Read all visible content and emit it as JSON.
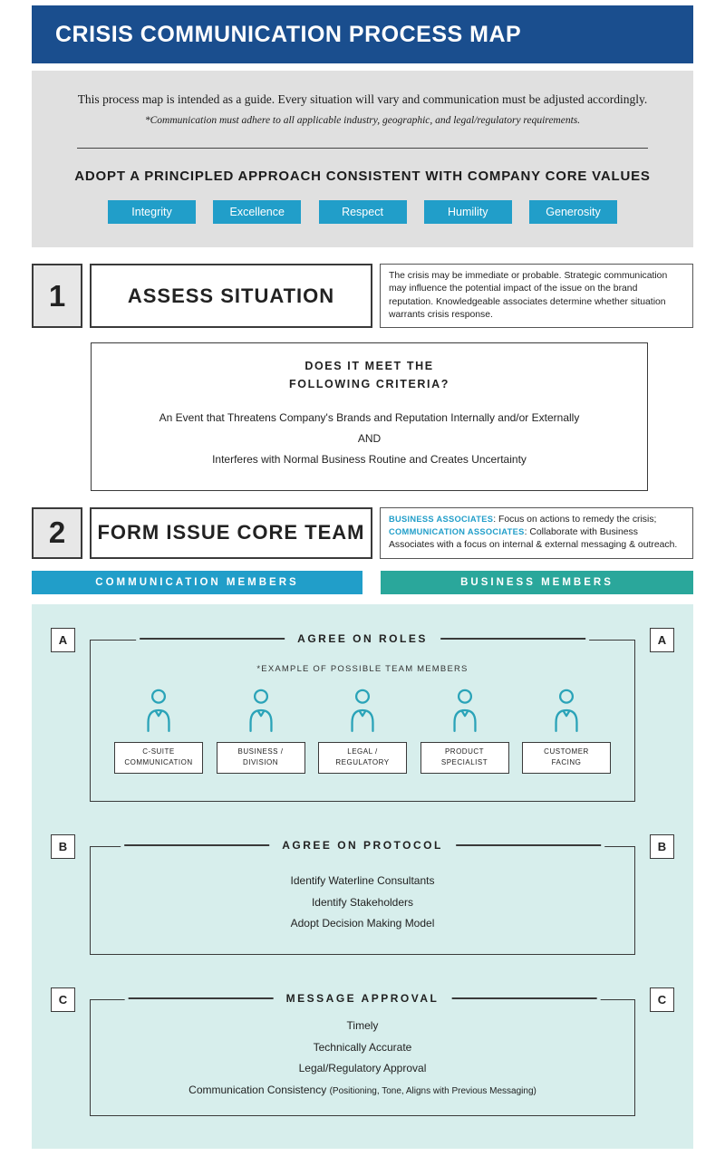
{
  "header": {
    "title": "CRISIS COMMUNICATION PROCESS MAP"
  },
  "intro": {
    "guide_text": "This process map is intended as a guide. Every situation will vary and communication must be adjusted accordingly.",
    "note_text": "*Communication must adhere to all applicable industry, geographic, and legal/regulatory requirements.",
    "values_heading": "ADOPT A PRINCIPLED APPROACH CONSISTENT WITH COMPANY CORE VALUES",
    "values": [
      "Integrity",
      "Excellence",
      "Respect",
      "Humility",
      "Generosity"
    ]
  },
  "steps": [
    {
      "number": "1",
      "title": "ASSESS SITUATION",
      "description": "The crisis may be immediate or probable. Strategic communication may influence the potential impact of the issue on the brand reputation. Knowledgeable associates determine whether situation warrants crisis response."
    },
    {
      "number": "2",
      "title": "FORM ISSUE CORE TEAM",
      "desc": {
        "label1": "BUSINESS ASSOCIATES",
        "text1": ": Focus on actions to remedy the crisis;",
        "label2": "COMMUNICATION ASSOCIATES",
        "text2": ": Collaborate with Business Associates with a focus on internal & external messaging & outreach."
      }
    }
  ],
  "criteria": {
    "heading_line1": "DOES IT MEET THE",
    "heading_line2": "FOLLOWING CRITERIA?",
    "lines": [
      "An Event that Threatens Company's Brands and Reputation Internally and/or Externally",
      "AND",
      "Interferes with Normal Business Routine and Creates Uncertainty"
    ]
  },
  "banners": {
    "communication": "COMMUNICATION MEMBERS",
    "business": "BUSINESS MEMBERS"
  },
  "sections": [
    {
      "letter": "A",
      "title": "AGREE ON ROLES",
      "subtitle": "*EXAMPLE OF POSSIBLE TEAM MEMBERS",
      "roles": [
        {
          "line1": "C-SUITE",
          "line2": "COMMUNICATION"
        },
        {
          "line1": "BUSINESS /",
          "line2": "DIVISION"
        },
        {
          "line1": "LEGAL /",
          "line2": "REGULATORY"
        },
        {
          "line1": "PRODUCT",
          "line2": "SPECIALIST"
        },
        {
          "line1": "CUSTOMER",
          "line2": "FACING"
        }
      ]
    },
    {
      "letter": "B",
      "title": "AGREE ON PROTOCOL",
      "items": [
        "Identify Waterline Consultants",
        "Identify Stakeholders",
        "Adopt Decision Making Model"
      ]
    },
    {
      "letter": "C",
      "title": "MESSAGE APPROVAL",
      "items": [
        "Timely",
        "Technically Accurate",
        "Legal/Regulatory Approval"
      ],
      "last_item": {
        "main": "Communication Consistency ",
        "paren": "(Positioning, Tone, Aligns with Previous Messaging)"
      }
    }
  ],
  "colors": {
    "navy": "#1a4e8e",
    "blue": "#219ec9",
    "teal": "#2aa79b",
    "panel": "#d7eeec",
    "gray": "#e0e0e0",
    "icon": "#2aa3b8"
  }
}
